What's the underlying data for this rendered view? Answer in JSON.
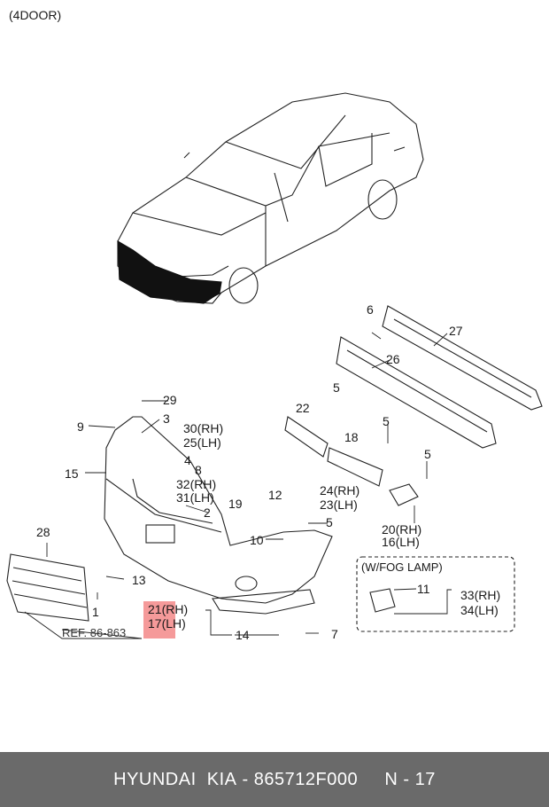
{
  "diagram": {
    "variant": "(4DOOR)",
    "fog_lamp_box": "(W/FOG LAMP)",
    "ref_label": "REF. 86-863",
    "labels": {
      "p1": "1",
      "p2": "2",
      "p3": "3",
      "p4": "4",
      "p5a": "5",
      "p5b": "5",
      "p5c": "5",
      "p5d": "5",
      "p6": "6",
      "p7": "7",
      "p8": "8",
      "p9": "9",
      "p10": "10",
      "p11": "11",
      "p12": "12",
      "p13": "13",
      "p14": "14",
      "p15": "15",
      "p18": "18",
      "p19": "19",
      "p20": "20(RH)",
      "p16": "16(LH)",
      "p21": "21(RH)",
      "p17": "17(LH)",
      "p22": "22",
      "p24": "24(RH)",
      "p23": "23(LH)",
      "p26": "26",
      "p27": "27",
      "p28": "28",
      "p29": "29",
      "p30": "30(RH)",
      "p25": "25(LH)",
      "p32": "32(RH)",
      "p31": "31(LH)",
      "p33": "33(RH)",
      "p34": "34(LH)"
    }
  },
  "footer": {
    "brand": "HYUNDAI  KIA",
    "part_number": "- 865712F000",
    "page": "N - 17"
  }
}
